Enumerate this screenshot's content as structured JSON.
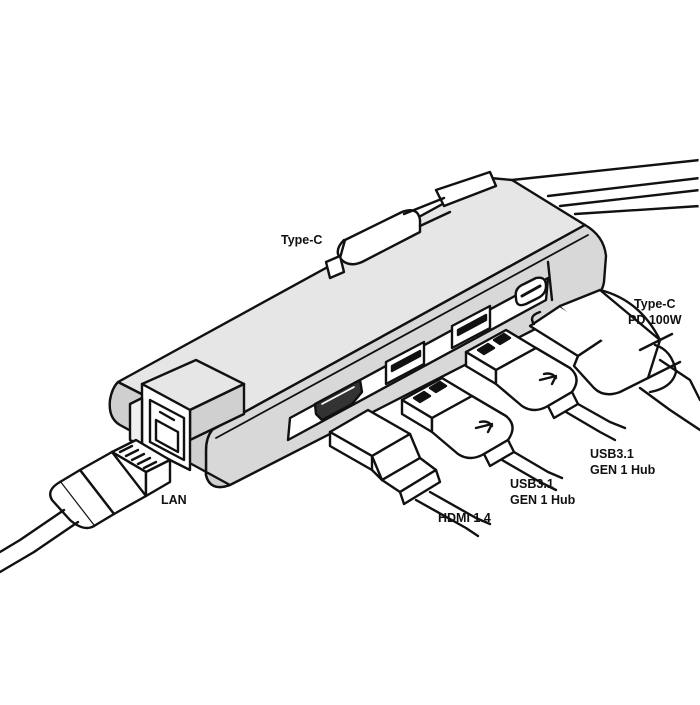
{
  "labels": {
    "type_c_top": "Type-C",
    "type_c_pd_line1": "Type-C",
    "type_c_pd_line2": "PD 100W",
    "usb_a_line1": "USB3.1",
    "usb_a_line2": "GEN 1 Hub",
    "usb_b_line1": "USB3.1",
    "usb_b_line2": "GEN 1 Hub",
    "hdmi": "HDMI 1.4",
    "lan": "LAN"
  },
  "colors": {
    "stroke": "#111111",
    "hub_fill": "#d9d9d9",
    "hub_top": "#e6e6e6",
    "plug_fill": "#ffffff"
  }
}
